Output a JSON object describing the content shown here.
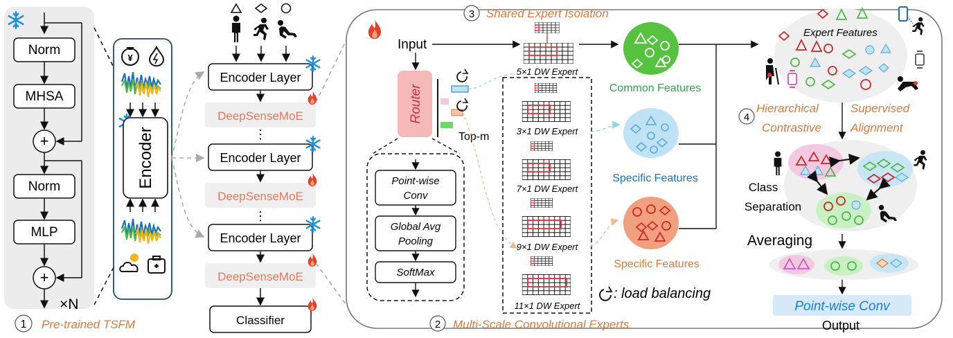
{
  "panel1": {
    "norm_top": "Norm",
    "mhsa": "MHSA",
    "plus": "+",
    "norm_bottom": "Norm",
    "mlp": "MLP",
    "repeat": "×N",
    "num": "1",
    "caption": "Pre-trained TSFM"
  },
  "encoder": {
    "label": "Encoder"
  },
  "stack": {
    "layer1": "Encoder Layer",
    "moe1": "DeepSenseMoE",
    "dots1": "⋮",
    "layer2": "Encoder Layer",
    "moe2": "DeepSenseMoE",
    "dots2": "⋮",
    "layer3": "Encoder Layer",
    "moe3": "DeepSenseMoE",
    "classifier": "Classifier"
  },
  "moe": {
    "input": "Input",
    "router": "Router",
    "topm": "Top-m",
    "pointwise": [
      "Point-wise",
      "Conv"
    ],
    "gap": [
      "Global Avg",
      "Pooling"
    ],
    "softmax": "SoftMax",
    "shared_num": "3",
    "shared_title": "Shared Expert Isolation",
    "experts": [
      "5×1 DW Expert",
      "3×1 DW Expert",
      "7×1 DW Expert",
      "9×1 DW Expert",
      "11×1 DW Expert"
    ],
    "common": "Common Features",
    "specific1": "Specific Features",
    "specific2": "Specific Features",
    "load_balancing": ": load balancing",
    "multi_num": "2",
    "multi_title": "Multi-Scale Convolutional Experts"
  },
  "right": {
    "expert_features": "Expert Features",
    "num": "4",
    "hier": [
      "Hierarchical",
      "Contrastive"
    ],
    "sup": [
      "Supervised",
      "Alignment"
    ],
    "class_sep": [
      "Class",
      "Separation"
    ],
    "averaging": "Averaging",
    "pointwise_conv": "Point-wise Conv",
    "output": "Output"
  },
  "colors": {
    "orange_text": "#d9793a",
    "common_green": "#56c240",
    "specific_blue": "#bfe3f5",
    "specific_orange": "#f0a07f",
    "router_pink": "#f6b8b8",
    "moe_bg": "#efefef",
    "moe_text": "#e07a5f",
    "expert_red": "#e8313a",
    "snowflake": "#1f8fd6",
    "flame": "#e2422b"
  }
}
